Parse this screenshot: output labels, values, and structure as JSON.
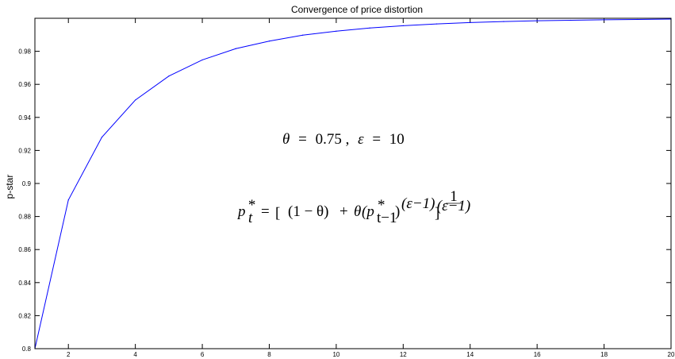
{
  "chart_data": {
    "type": "line",
    "title": "Convergence of price distortion",
    "xlabel": "",
    "ylabel": "p-star",
    "xlim": [
      1,
      20
    ],
    "ylim": [
      0.8,
      1.0
    ],
    "xticks": [
      2,
      4,
      6,
      8,
      10,
      12,
      14,
      16,
      18,
      20
    ],
    "yticks": [
      0.8,
      0.82,
      0.84,
      0.86,
      0.88,
      0.9,
      0.92,
      0.94,
      0.96,
      0.98
    ],
    "grid": false,
    "legend": "none",
    "line_color": "#0000ff",
    "series": [
      {
        "x": [
          1,
          2,
          3,
          4,
          5,
          6,
          7,
          8,
          9,
          10,
          11,
          12,
          13,
          14,
          15,
          16,
          17,
          18,
          19,
          20
        ],
        "values": [
          0.8,
          0.89,
          0.928,
          0.9505,
          0.965,
          0.9748,
          0.9816,
          0.9862,
          0.9898,
          0.9922,
          0.9941,
          0.9955,
          0.9966,
          0.9974,
          0.998,
          0.9985,
          0.9988,
          0.9991,
          0.9993,
          0.9995
        ]
      }
    ],
    "annotations": [
      {
        "id": "params",
        "theta_symbol": "θ",
        "theta_value": "0.75",
        "epsilon_symbol": "ε",
        "epsilon_value": "10"
      },
      {
        "id": "formula",
        "lhs_base": "p",
        "lhs_sub": "t",
        "lhs_sup": "*",
        "bracket_open": "[",
        "one_minus_theta": "(1 − θ)",
        "plus": "+",
        "theta": "θ",
        "inner_base": "(p",
        "inner_sub": "t−1",
        "inner_sup": "*",
        "inner_close": ")",
        "exponent": "(ε−1)",
        "bracket_close": "]",
        "outer_num": "1",
        "outer_den": "(ε−1)"
      }
    ]
  }
}
